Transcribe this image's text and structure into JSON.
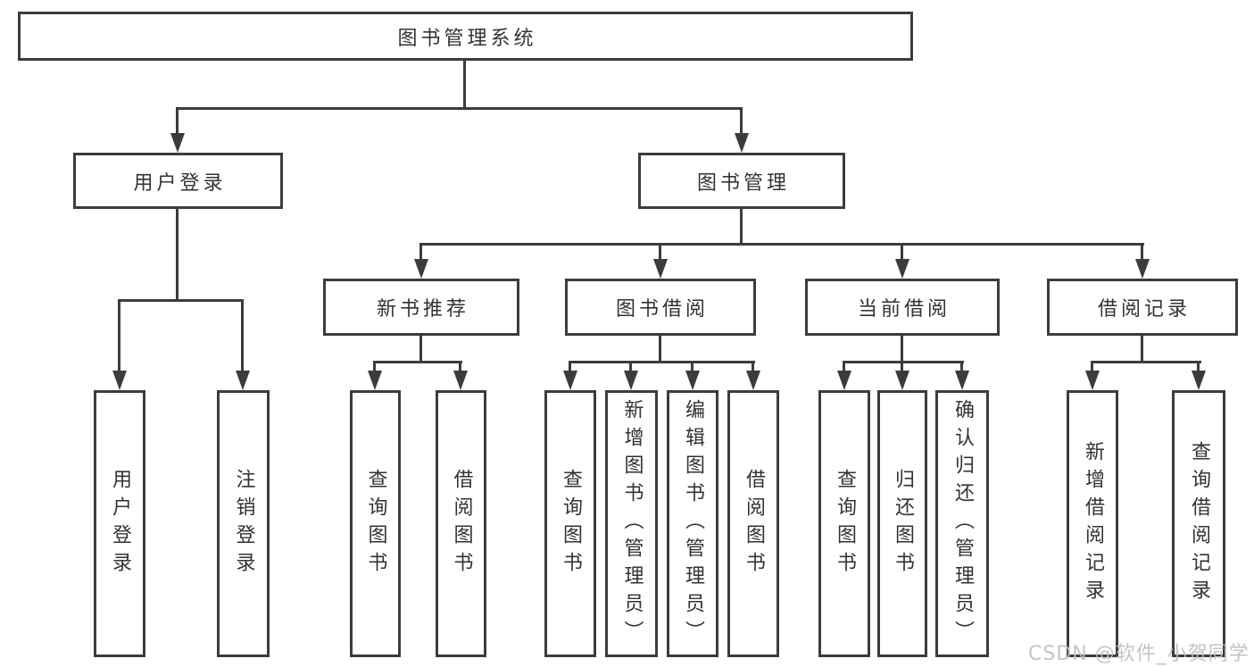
{
  "root": {
    "label": "图书管理系统"
  },
  "branches": [
    {
      "label": "用户登录",
      "children": [
        "用户登录",
        "注销登录"
      ]
    },
    {
      "label": "图书管理",
      "groups": [
        {
          "label": "新书推荐",
          "children": [
            "查询图书",
            "借阅图书"
          ]
        },
        {
          "label": "图书借阅",
          "children": [
            "查询图书",
            "新增图书（管理员）",
            "编辑图书（管理员）",
            "借阅图书"
          ]
        },
        {
          "label": "当前借阅",
          "children": [
            "查询图书",
            "归还图书",
            "确认归还（管理员）"
          ]
        },
        {
          "label": "借阅记录",
          "children": [
            "新增借阅记录",
            "查询借阅记录"
          ]
        }
      ]
    }
  ],
  "watermark": "CSDN @软件_小贺同学",
  "colors": {
    "line": "#3c3c3c",
    "text": "#333333",
    "watermark": "#bfbfbf",
    "background": "#ffffff"
  }
}
